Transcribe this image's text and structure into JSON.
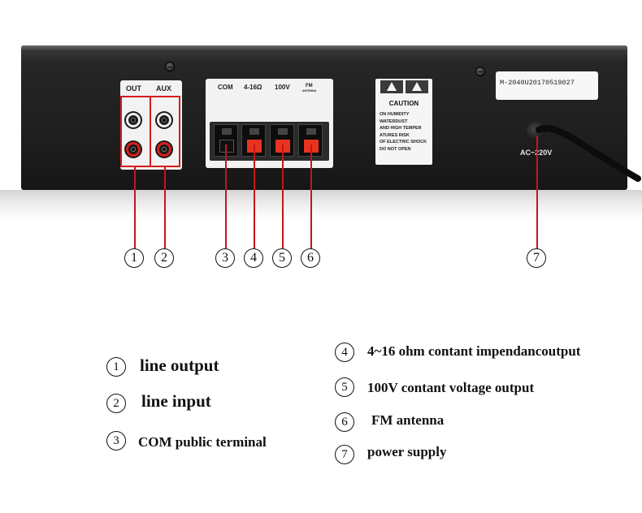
{
  "device": {
    "io_labels": {
      "out": "OUT",
      "aux": "AUX"
    },
    "speaker_labels": {
      "com": "COM",
      "impedance": "4-16Ω",
      "voltage": "100V",
      "fm": "FM",
      "fm_sub": "ANTENNA"
    },
    "caution": {
      "title": "CAUTION",
      "lines": [
        "ON HUMIDITY",
        "WATERDUST",
        "AND HIGH TEMPER",
        "ATURES RISK",
        "OF ELECTRIC SHOCK",
        "DO NOT OPEN"
      ]
    },
    "serial": "M-2040U20170519027",
    "power_label": "AC~220V"
  },
  "markers": [
    "1",
    "2",
    "3",
    "4",
    "5",
    "6",
    "7"
  ],
  "legend": [
    {
      "num": "1",
      "text": "line output"
    },
    {
      "num": "2",
      "text": "line input"
    },
    {
      "num": "3",
      "text": "COM public terminal"
    },
    {
      "num": "4",
      "text": "4~16 ohm contant impendancoutput"
    },
    {
      "num": "5",
      "text": "100V contant voltage output"
    },
    {
      "num": "6",
      "text": "FM antenna"
    },
    {
      "num": "7",
      "text": "power supply"
    }
  ],
  "colors": {
    "callout_red": "#c4161c",
    "terminal_red": "#e8331e",
    "panel_dark": "#1f1f1f"
  }
}
